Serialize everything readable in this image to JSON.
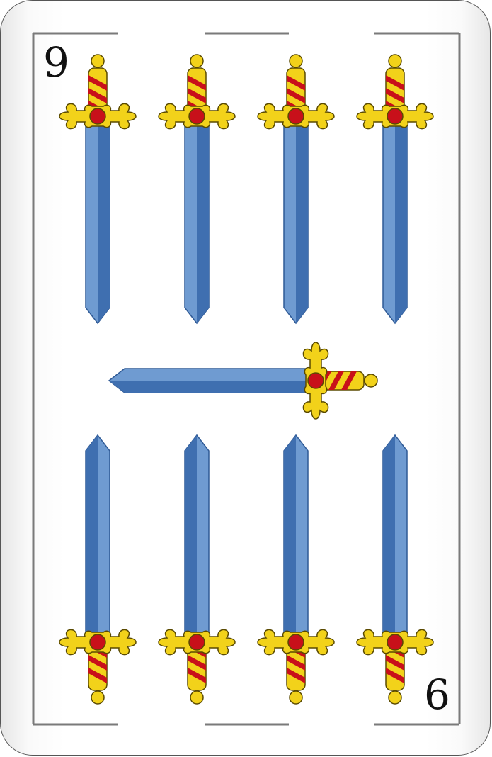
{
  "card": {
    "rank_top": "9",
    "rank_bottom": "6",
    "suit": "swords",
    "suit_count": 9
  },
  "colors": {
    "blade_light": "#6f9bd1",
    "blade_dark": "#3f6fb0",
    "guard_gold": "#f2d21a",
    "guard_outline": "#5a4a00",
    "grip_red": "#c8101a",
    "jewel_red": "#c8101a",
    "frame_line": "#7a7a7a"
  },
  "icons": [
    "sword-icon"
  ]
}
